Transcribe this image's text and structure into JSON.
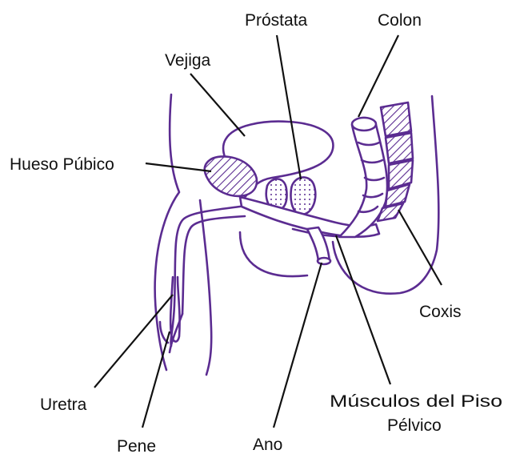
{
  "colors": {
    "outline": "#5b2c91",
    "text": "#111111",
    "background": "#ffffff"
  },
  "labels": {
    "prostata": "Próstata",
    "colon": "Colon",
    "vejiga": "Vejiga",
    "hueso_pubico": "Hueso Púbico",
    "coxis": "Coxis",
    "uretra": "Uretra",
    "musculos_line1": "Músculos del Piso",
    "musculos_line2": "Pélvico",
    "pene": "Pene",
    "ano": "Ano"
  }
}
